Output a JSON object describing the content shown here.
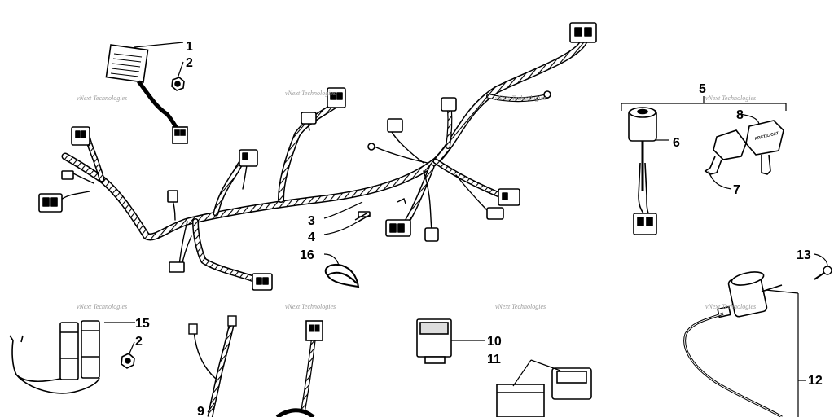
{
  "watermark": "vNext Technologies",
  "key_brand": "ARCTIC CAT",
  "callouts": {
    "c1": "1",
    "c2a": "2",
    "c2b": "2",
    "c3": "3",
    "c4": "4",
    "c5": "5",
    "c6": "6",
    "c7": "7",
    "c8": "8",
    "c9": "9",
    "c10": "10",
    "c11": "11",
    "c12": "12",
    "c13": "13",
    "c15": "15",
    "c16": "16"
  }
}
